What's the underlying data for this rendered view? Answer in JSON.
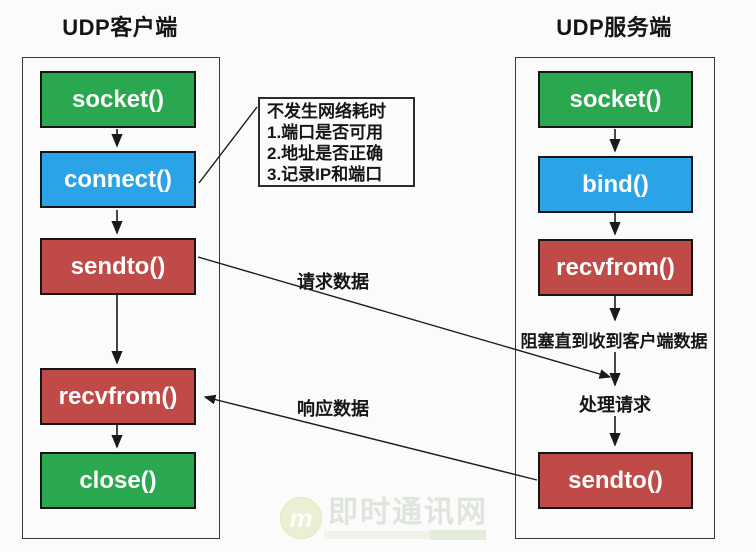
{
  "client": {
    "title": "UDP客户端",
    "boxes": [
      {
        "label": "socket()",
        "color": "#2aa84f"
      },
      {
        "label": "connect()",
        "color": "#2aa3e8"
      },
      {
        "label": "sendto()",
        "color": "#c04a47"
      },
      {
        "label": "recvfrom()",
        "color": "#c04a47"
      },
      {
        "label": "close()",
        "color": "#2aa84f"
      }
    ]
  },
  "server": {
    "title": "UDP服务端",
    "boxes": [
      {
        "label": "socket()",
        "color": "#2aa84f"
      },
      {
        "label": "bind()",
        "color": "#2aa3e8"
      },
      {
        "label": "recvfrom()",
        "color": "#c04a47"
      },
      {
        "label": "sendto()",
        "color": "#c04a47"
      }
    ],
    "flow_labels": {
      "blocking": "阻塞直到收到客户端数据",
      "process": "处理请求"
    }
  },
  "note": {
    "lines": [
      "不发生网络耗时",
      "1.端口是否可用",
      "2.地址是否正确",
      "3.记录IP和端口"
    ]
  },
  "edges": {
    "request_label": "请求数据",
    "response_label": "响应数据"
  },
  "watermark": {
    "logo_letter": "m",
    "text": "即时通讯网"
  },
  "colors": {
    "green": "#2aa84f",
    "blue": "#2aa3e8",
    "red": "#c04a47",
    "box_border": "#161616",
    "line": "#1a1a1a",
    "background": "#fbfbfb"
  }
}
